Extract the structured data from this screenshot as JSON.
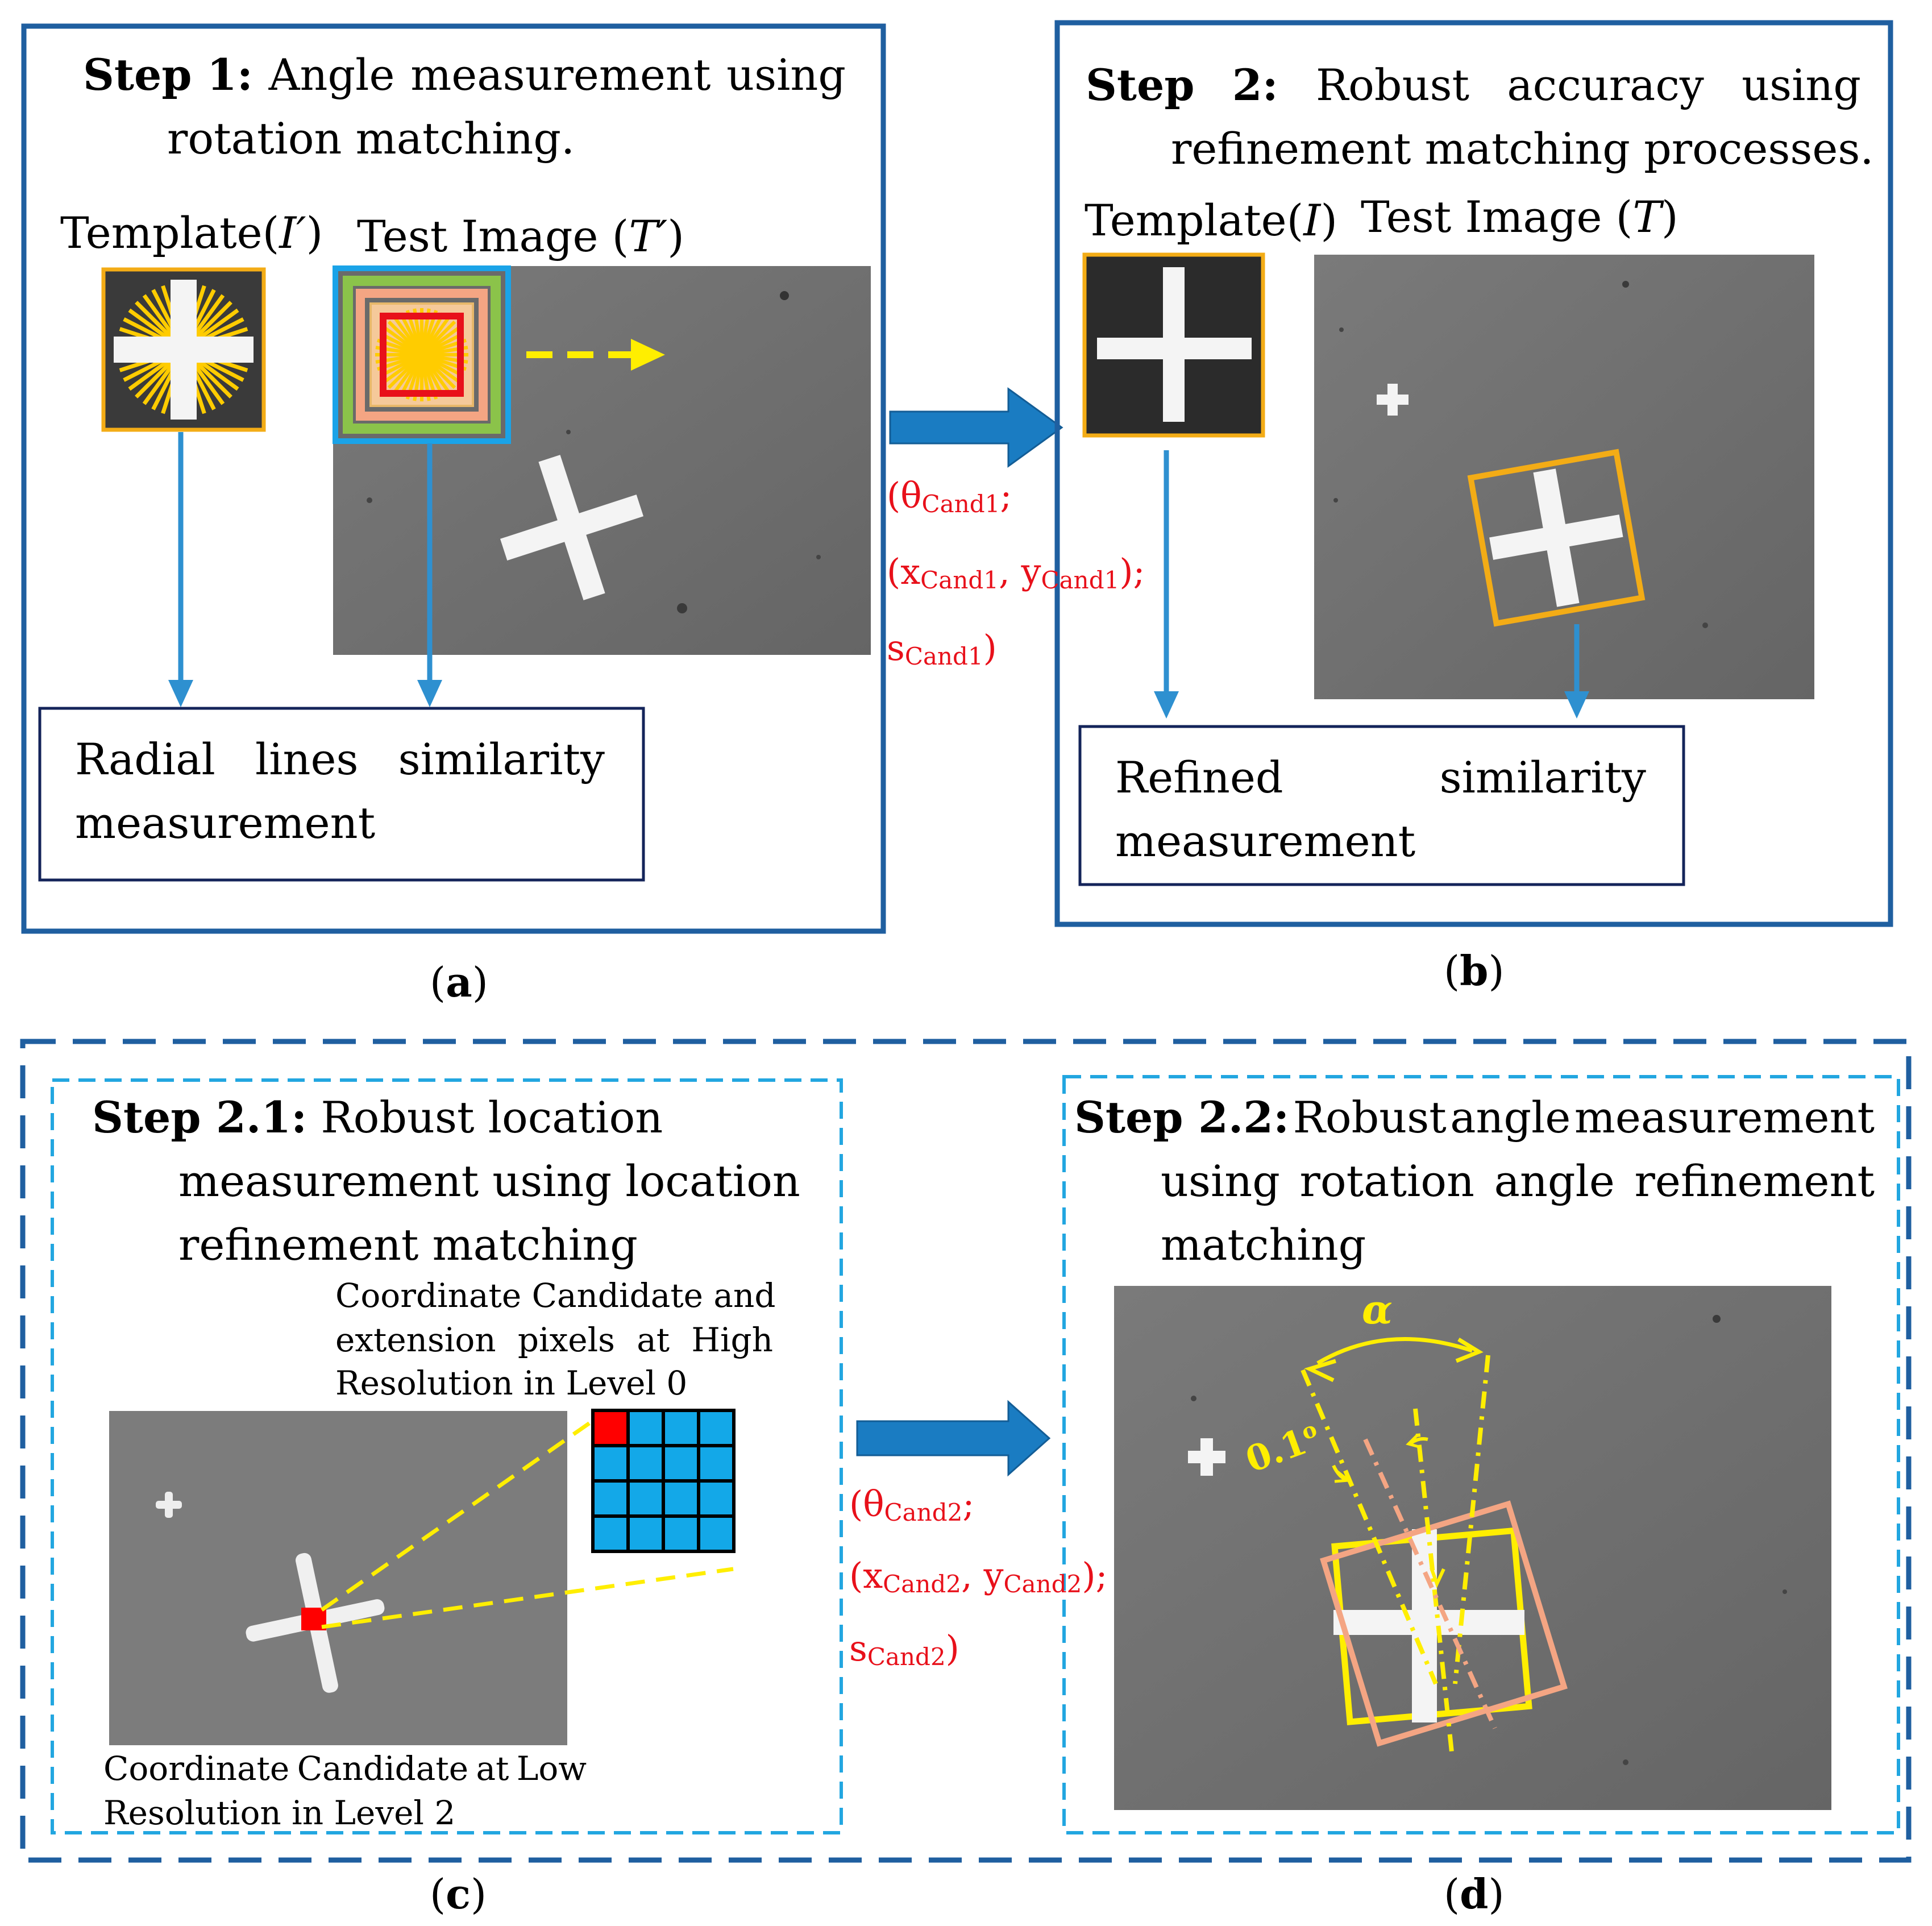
{
  "panel_a": {
    "step": "Step 1:",
    "title_words": [
      "Angle",
      "measurement",
      "using"
    ],
    "title_line2": "rotation matching.",
    "template_label": "Template(",
    "template_symbol": "I′",
    "test_label": "Test Image (",
    "test_symbol": "T′",
    "box_words": [
      "Radial",
      "lines",
      "similarity"
    ],
    "box_line2": "measurement",
    "caption_letter": "a"
  },
  "link_ab": {
    "theta": "θ",
    "theta_sub": "Cand1",
    "x": "x",
    "x_sub": "Cand1",
    "y": "y",
    "y_sub": "Cand1",
    "s": "s",
    "s_sub": "Cand1"
  },
  "panel_b": {
    "step": "Step",
    "step_num": "2:",
    "title_words": [
      "Robust",
      "accuracy",
      "using"
    ],
    "title_line2": "refinement matching processes.",
    "template_label": "Template(",
    "template_symbol": "I",
    "test_label": "Test Image (",
    "test_symbol": "T",
    "box_words": [
      "Refined",
      "similarity"
    ],
    "box_line2": "measurement",
    "caption_letter": "b"
  },
  "panel_c": {
    "step": "Step 2.1:",
    "title_line1": "Robust location",
    "title_line2": "measurement using location",
    "title_line3": "refinement matching",
    "high_res_line1": "Coordinate Candidate and",
    "high_res_line2_words": [
      "extension",
      "pixels",
      "at",
      "High"
    ],
    "high_res_line3": "Resolution in Level 0",
    "low_res_line1_words": [
      "Coordinate",
      "Candidate",
      "at",
      "Low"
    ],
    "low_res_line2": "Resolution in Level 2",
    "caption_letter": "c"
  },
  "link_cd": {
    "theta": "θ",
    "theta_sub": "Cand2",
    "x": "x",
    "x_sub": "Cand2",
    "y": "y",
    "y_sub": "Cand2",
    "s": "s",
    "s_sub": "Cand2"
  },
  "panel_d": {
    "step": "Step 2.2:",
    "title_words": [
      "Robust",
      "angle",
      "measurement"
    ],
    "title_line2_words": [
      "using",
      "rotation",
      "angle",
      "refinement"
    ],
    "title_line3": "matching",
    "alpha_label": "α",
    "step_angle_label": "0.1",
    "step_angle_unit": "o",
    "caption_letter": "d"
  },
  "colors": {
    "panel_border": "#1f5fa0",
    "arrow_blue": "#2e90d0",
    "flow_arrow": "#1a7cc2",
    "template_orange": "#f3ac16",
    "starburst": "#ffcc00",
    "pixel_blue": "#13a8e8",
    "red": "#e8101a",
    "yellow": "#ffee00",
    "salmon": "#f4a583",
    "dashed_light": "#22a6e0"
  }
}
